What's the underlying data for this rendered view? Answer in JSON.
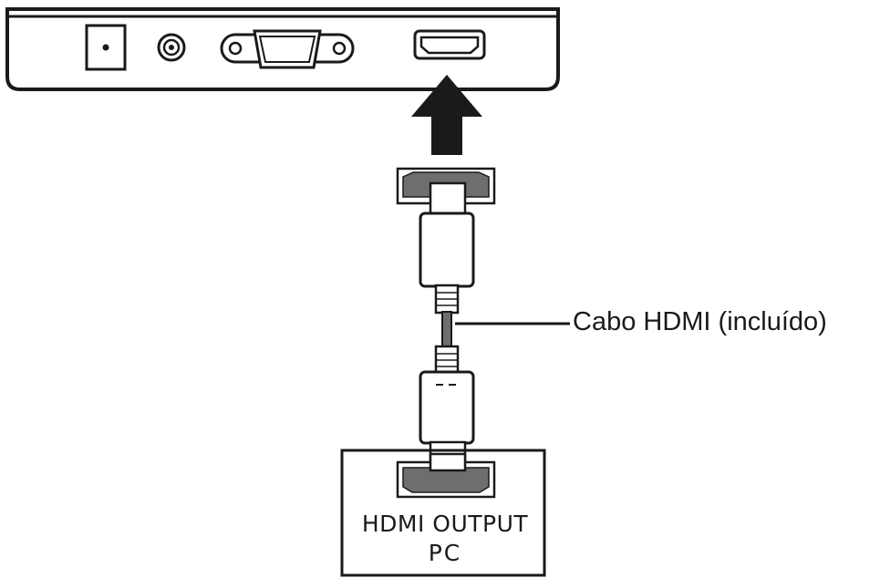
{
  "diagram": {
    "cable_label": "Cabo HDMI (incluído)",
    "pc_box": {
      "line1": "HDMI OUTPUT",
      "line2": "PC"
    }
  },
  "colors": {
    "line": "#1a1a1a",
    "port_fill": "#6e6e6e",
    "background": "#ffffff"
  }
}
